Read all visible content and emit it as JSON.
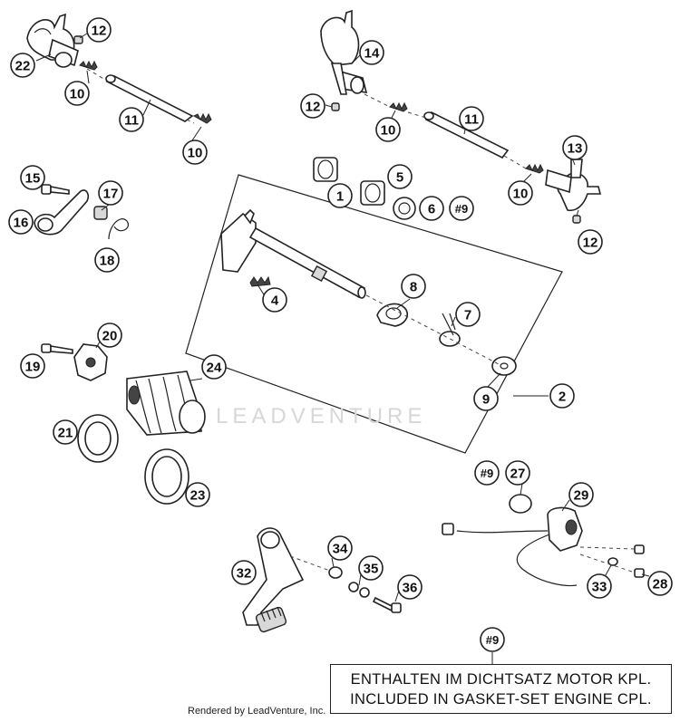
{
  "callouts": [
    {
      "id": "c12a",
      "label": "12"
    },
    {
      "id": "c22",
      "label": "22"
    },
    {
      "id": "c10a",
      "label": "10"
    },
    {
      "id": "c11a",
      "label": "11"
    },
    {
      "id": "c10b",
      "label": "10"
    },
    {
      "id": "c14",
      "label": "14"
    },
    {
      "id": "c12b",
      "label": "12"
    },
    {
      "id": "c10c",
      "label": "10"
    },
    {
      "id": "c11b",
      "label": "11"
    },
    {
      "id": "c13",
      "label": "13"
    },
    {
      "id": "c10d",
      "label": "10"
    },
    {
      "id": "c12c",
      "label": "12"
    },
    {
      "id": "c15",
      "label": "15"
    },
    {
      "id": "c17",
      "label": "17"
    },
    {
      "id": "c16",
      "label": "16"
    },
    {
      "id": "c18",
      "label": "18"
    },
    {
      "id": "c1",
      "label": "1"
    },
    {
      "id": "c5",
      "label": "5"
    },
    {
      "id": "c6",
      "label": "6"
    },
    {
      "id": "c9a",
      "label": "#9"
    },
    {
      "id": "c8",
      "label": "8"
    },
    {
      "id": "c4",
      "label": "4"
    },
    {
      "id": "c7",
      "label": "7"
    },
    {
      "id": "c9b",
      "label": "9"
    },
    {
      "id": "c2",
      "label": "2"
    },
    {
      "id": "c20",
      "label": "20"
    },
    {
      "id": "c19",
      "label": "19"
    },
    {
      "id": "c24",
      "label": "24"
    },
    {
      "id": "c21",
      "label": "21"
    },
    {
      "id": "c23",
      "label": "23"
    },
    {
      "id": "c9c",
      "label": "#9"
    },
    {
      "id": "c27",
      "label": "27"
    },
    {
      "id": "c29",
      "label": "29"
    },
    {
      "id": "c34",
      "label": "34"
    },
    {
      "id": "c32",
      "label": "32"
    },
    {
      "id": "c35",
      "label": "35"
    },
    {
      "id": "c36",
      "label": "36"
    },
    {
      "id": "c33",
      "label": "33"
    },
    {
      "id": "c28",
      "label": "28"
    },
    {
      "id": "c9d",
      "label": "#9"
    }
  ],
  "note": {
    "line1": "ENTHALTEN IM DICHTSATZ MOTOR KPL.",
    "line2": "INCLUDED IN GASKET-SET ENGINE CPL."
  },
  "footer": {
    "rendered_by": "Rendered by LeadVenture, Inc."
  },
  "watermark": {
    "text": "LEADVENTURE"
  }
}
